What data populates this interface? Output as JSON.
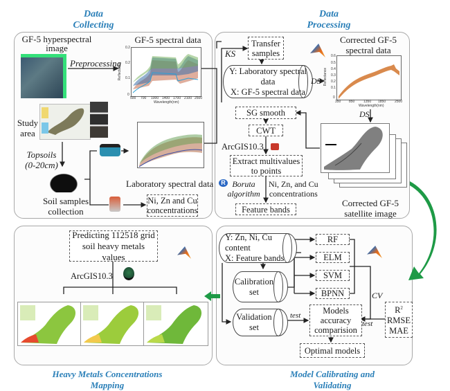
{
  "sections": {
    "data_collecting": {
      "title_line1": "Data",
      "title_line2": "Collecting"
    },
    "data_processing": {
      "title_line1": "Data",
      "title_line2": "Processing"
    },
    "mapping": {
      "title_line1": "Heavy Metals Concentrations",
      "title_line2": "Mapping"
    },
    "model": {
      "title_line1": "Model Calibrating and",
      "title_line2": "Validating"
    }
  },
  "collecting": {
    "gf5_image_label": "GF-5 hyperspectral image",
    "preprocessing": "Preprocessing",
    "gf5_spectral_title": "GF-5 spectral data",
    "study_area_line1": "Study",
    "study_area_line2": "area",
    "topsoils_line1": "Topsoils",
    "topsoils_line2": "(0-20cm)",
    "soil_samples_line1": "Soil samples",
    "soil_samples_line2": "collection",
    "lab_spectral_title": "Laboratory spectral data",
    "conc_line1": "Ni, Zn and Cu",
    "conc_line2": "concentrations"
  },
  "processing": {
    "ks": "KS",
    "transfer_line1": "Transfer",
    "transfer_line2": "samples",
    "cyl_line1": "Y: Laboratory  spectral",
    "cyl_line2": "data",
    "cyl_line3": "X: GF-5 spectral data",
    "ds": "DS",
    "corrected_title_line1": "Corrected GF-5",
    "corrected_title_line2": "spectral data",
    "sg_smooth": "SG smooth",
    "cwt": "CWT",
    "arcgis": "ArcGIS10.3",
    "extract_line1": "Extract multivalues",
    "extract_line2": "to points",
    "boruta_line1": "Boruta",
    "boruta_line2": "algorithm",
    "nzc_line1": "Ni, Zn, and Cu",
    "nzc_line2": "concentrations",
    "feature_bands": "Feature bands",
    "ds2": "DS",
    "sat_line1": "Corrected GF-5",
    "sat_line2": "satellite image"
  },
  "mapping": {
    "predict_line1": "Predicting 112518 grid",
    "predict_line2": "soil heavy metals values",
    "arcgis": "ArcGIS10.3"
  },
  "model": {
    "cyl_line1": "Y: Zn, Ni, Cu content",
    "cyl_line2": "X: Feature bands",
    "calib_line1": "Calibration",
    "calib_line2": "set",
    "valid_line1": "Validation",
    "valid_line2": "set",
    "models": [
      "RF",
      "ELM",
      "SVM",
      "BPNN"
    ],
    "cv": "CV",
    "test1": "test",
    "test2": "test",
    "acc_line1": "Models",
    "acc_line2": "accuracy",
    "acc_line3": "comparision",
    "metric_r2": "R",
    "metric_r2_sup": "2",
    "metric_rmse": "RMSE",
    "metric_mae": "MAE",
    "optimal": "Optimal models"
  },
  "charts": {
    "gf5": {
      "yticks": [
        "0.2",
        "0.2",
        "0.1",
        "0"
      ],
      "xticks": [
        "500",
        "700",
        "1000",
        "1400",
        "1700",
        "2100",
        "2500"
      ],
      "xlabel": "Wavelength(nm)",
      "ylabel": "Reflectance"
    },
    "corrected": {
      "yticks": [
        "0.6",
        "0.5",
        "0.4",
        "0.3",
        "0.2",
        "0.1",
        "0"
      ],
      "xticks": [
        "350",
        "850",
        "1350",
        "1850",
        "2500"
      ],
      "xlabel": "Wavelength(nm)",
      "ylabel": "Reflectance"
    }
  },
  "colors": {
    "title": "#2a7fb8",
    "green_arrow": "#1e9a46",
    "panel_border": "#a8a8a8"
  }
}
